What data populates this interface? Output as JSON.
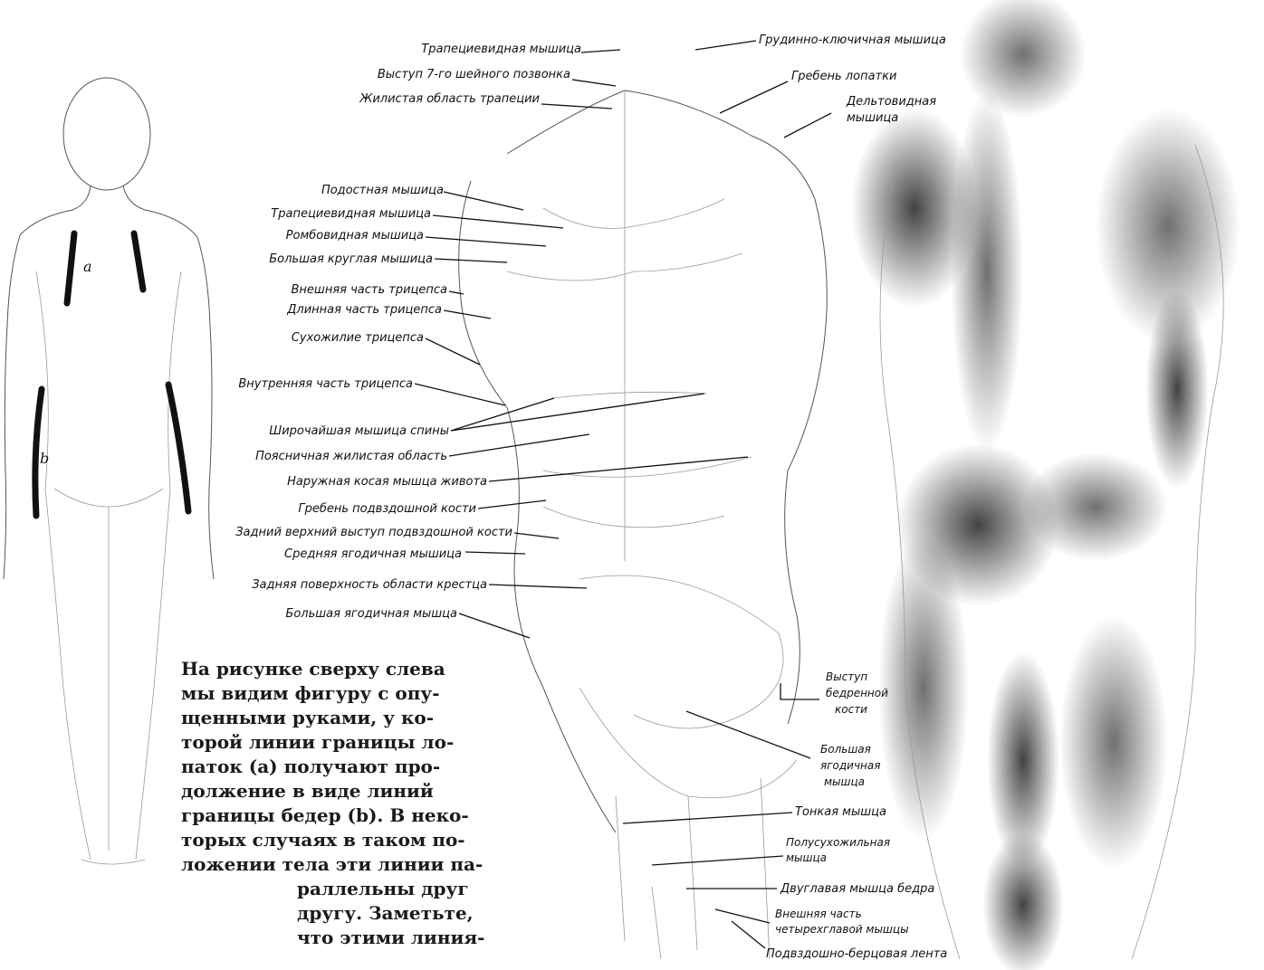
{
  "figure_a": {
    "marker_a": "a",
    "marker_b": "b"
  },
  "labels": {
    "trapezius_top": "Трапециевидная мышица",
    "c7_process": "Выступ 7-го шейного позвонка",
    "trapezius_tendon": "Жилистая область трапеции",
    "sternocleidomastoid": "Грудинно-ключичная мышица",
    "scapular_spine": "Гребень лопатки",
    "deltoid_1": "Дельтовидная",
    "deltoid_2": "мышица",
    "infraspinatus": "Подостная мышица",
    "trapezius_mid": "Трапециевидная мышица",
    "rhomboid": "Ромбовидная мышица",
    "teres_major": "Большая круглая мышица",
    "triceps_outer": "Внешняя часть трицепса",
    "triceps_long": "Длинная часть трицепса",
    "triceps_tendon": "Сухожилие трицепса",
    "triceps_inner": "Внутренняя часть трицепса",
    "latissimus": "Широчайшая мышица спины",
    "lumbar_aponeurosis": "Поясничная жилистая область",
    "external_oblique": "Наружная косая мышца живота",
    "iliac_crest": "Гребень подвздошной кости",
    "psis": "Задний верхний выступ подвздошной кости",
    "gluteus_medius": "Средняя ягодичная мышица",
    "sacrum": "Задняя поверхность области крестца",
    "gluteus_maximus_left": "Большая ягодичная мышца",
    "trochanter_1": "Выступ",
    "trochanter_2": "бедренной",
    "trochanter_3": "кости",
    "gluteus_maximus_r1": "Большая",
    "gluteus_maximus_r2": "ягодичная",
    "gluteus_maximus_r3": "мышца",
    "gracilis": "Тонкая мышца",
    "semitendinosus_1": "Полусухожильная",
    "semitendinosus_2": "мышца",
    "biceps_femoris": "Двуглавая мышца бедра",
    "vastus_lateral_1": "Внешняя часть",
    "vastus_lateral_2": "четырехглавой мышцы",
    "it_band": "Подвздошно-берцовая лента"
  },
  "caption": {
    "line1": "На рисунке сверху слева",
    "line2": "мы видим фигуру с опу-",
    "line3": "щенными руками, у ко-",
    "line4": "торой линии границы ло-",
    "line5": "паток (a) получают про-",
    "line6": "должение в виде линий",
    "line7": "границы бедер (b). В неко-",
    "line8": "торых случаях в таком по-",
    "line9": "ложении тела эти линии па-",
    "line10": "раллельны друг",
    "line11": "другу. Заметьте,",
    "line12": "что этими линия-"
  }
}
